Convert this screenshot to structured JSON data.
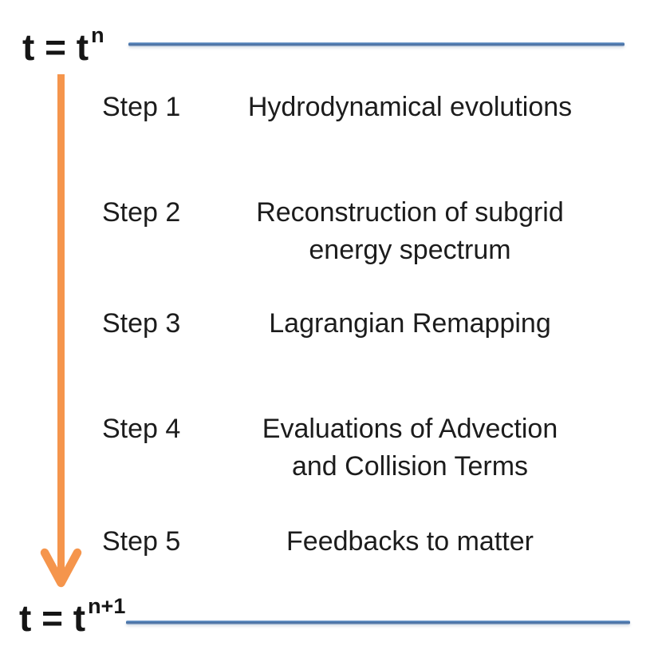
{
  "diagram": {
    "time_start": {
      "base": "t = t",
      "superscript": "n"
    },
    "time_end": {
      "base": "t = t",
      "superscript": "n+1"
    },
    "steps": [
      {
        "label": "Step 1",
        "lines": [
          "Hydrodynamical evolutions"
        ]
      },
      {
        "label": "Step 2",
        "lines": [
          "Reconstruction of subgrid",
          "energy spectrum"
        ]
      },
      {
        "label": "Step 3",
        "lines": [
          "Lagrangian Remapping"
        ]
      },
      {
        "label": "Step 4",
        "lines": [
          "Evaluations of Advection",
          "and Collision Terms"
        ]
      },
      {
        "label": "Step 5",
        "lines": [
          "Feedbacks to matter"
        ]
      }
    ],
    "colors": {
      "arrow_orange": "#F5954C",
      "divider_blue": "#4F81BD",
      "text": "#1C1C1C"
    }
  }
}
